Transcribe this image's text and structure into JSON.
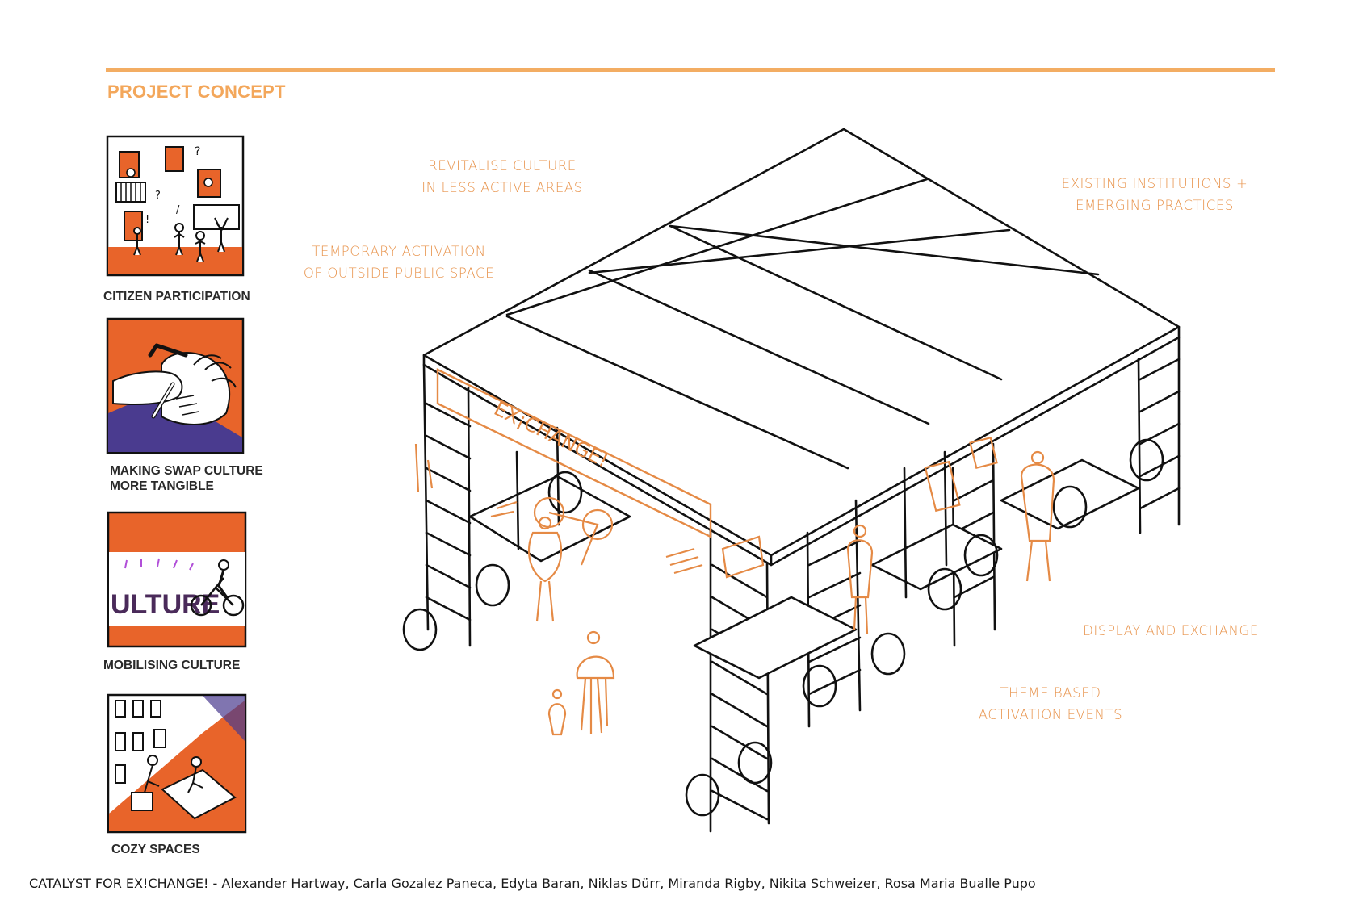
{
  "section": {
    "title": "PROJECT CONCEPT"
  },
  "panels": [
    {
      "caption": "CITIZEN PARTICIPATION",
      "icon": "citizen-participation-sketch"
    },
    {
      "caption": "MAKING SWAP CULTURE\nMORE TANGIBLE",
      "icon": "hands-swap-sketch"
    },
    {
      "caption": "MOBILISING CULTURE",
      "icon": "culture-bike-sketch",
      "sketch_text": "ULTURE"
    },
    {
      "caption": "COZY SPACES",
      "icon": "cozy-spaces-sketch"
    }
  ],
  "drawing": {
    "banner_text": "EX¡CHANGE!",
    "annotations": [
      "REVITALISE CULTURE\nIN LESS ACTIVE AREAS",
      "EXISTING INSTITUTIONS +\nEMERGING PRACTICES",
      "TEMPORARY ACTIVATION\nOF OUTSIDE PUBLIC SPACE",
      "DISPLAY AND EXCHANGE",
      "THEME BASED\nACTIVATION EVENTS"
    ]
  },
  "footer": {
    "credits": "CATALYST FOR EX!CHANGE! - Alexander Hartway, Carla Gozalez Paneca, Edyta Baran, Niklas Dürr, Miranda Rigby, Nikita Schweizer, Rosa Maria Bualle Pupo"
  },
  "colors": {
    "accent": "#f3ad63",
    "sketch_orange": "#e58a45",
    "panel_orange": "#e8642a",
    "panel_purple": "#4a3b8f",
    "ink": "#111111"
  }
}
